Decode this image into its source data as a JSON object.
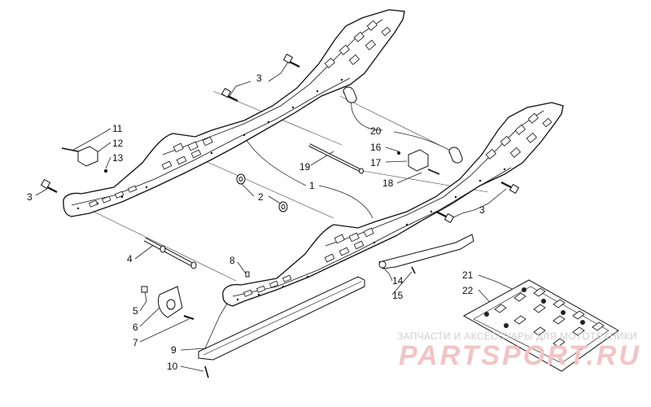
{
  "callouts": {
    "c1": "1",
    "c2": "2",
    "c3a": "3",
    "c3b": "3",
    "c3c": "3",
    "c4": "4",
    "c5": "5",
    "c6": "6",
    "c7": "7",
    "c8": "8",
    "c9": "9",
    "c10": "10",
    "c11": "11",
    "c12": "12",
    "c13": "13",
    "c14": "14",
    "c15": "15",
    "c16": "16",
    "c17": "17",
    "c18": "18",
    "c19": "19",
    "c20": "20",
    "c21": "21",
    "c22": "22"
  },
  "watermark": {
    "tagline": "ЗАПЧАСТИ И АКСЕССУАРЫ ДЛЯ МОТОТЕХНИКИ",
    "logo": "PARTSPORT.RU"
  }
}
